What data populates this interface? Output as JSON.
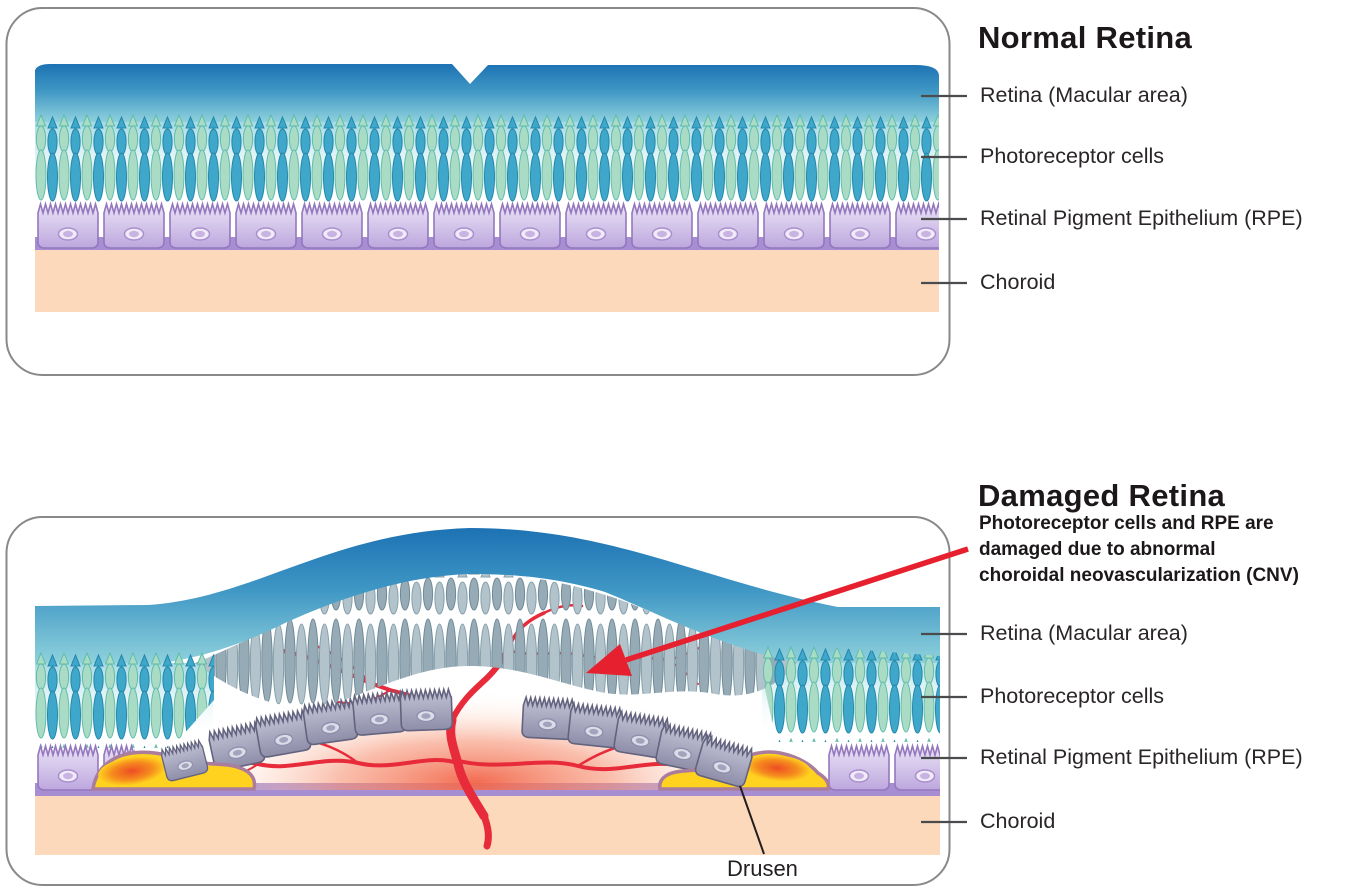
{
  "panels": {
    "normal": {
      "title": "Normal Retina",
      "layer_labels": {
        "retina": "Retina (Macular area)",
        "photoreceptors": "Photoreceptor cells",
        "rpe": "Retinal Pigment Epithelium (RPE)",
        "choroid": "Choroid"
      }
    },
    "damaged": {
      "title": "Damaged Retina",
      "subtitle_lines": [
        "Photoreceptor cells and RPE are",
        "damaged due to abnormal",
        "choroidal neovascularization (CNV)"
      ],
      "layer_labels": {
        "retina": "Retina (Macular area)",
        "photoreceptors": "Photoreceptor cells",
        "rpe": "Retinal Pigment Epithelium (RPE)",
        "choroid": "Choroid"
      },
      "drusen_label": "Drusen"
    }
  },
  "colors": {
    "retina_blue_top": "#1d72b3",
    "retina_blue_bottom": "#8fd1dc",
    "photoreceptor_teal": "#3fa8ca",
    "photoreceptor_mint": "#aadcc5",
    "rpe_purple": "#c1abe0",
    "membrane_purple": "#a78ed2",
    "choroid_peach": "#fbd9ba",
    "damaged_gray": "#97abb7",
    "drusen_yellow": "#ffd21f",
    "cnv_red": "#e72b3b",
    "arrow_red": "#e6202e",
    "text_dark": "#231f20",
    "panel_border_gray": "#87898b"
  }
}
